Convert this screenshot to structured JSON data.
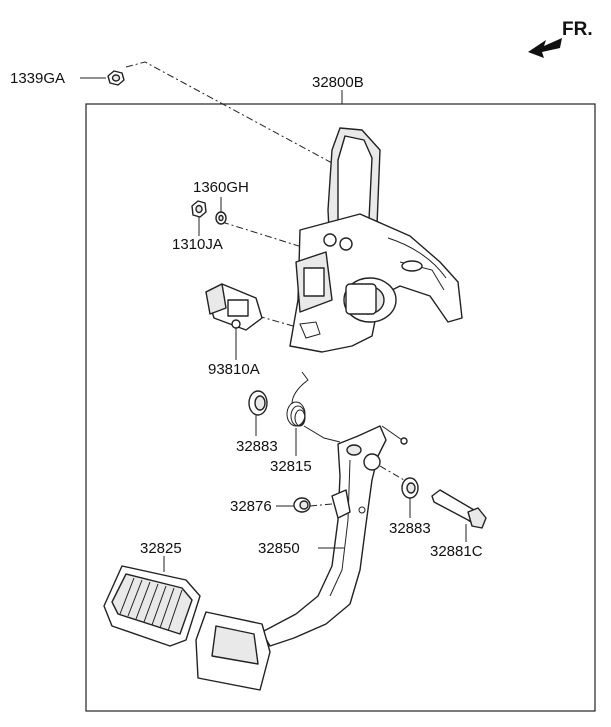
{
  "direction": {
    "label": "FR."
  },
  "parts": {
    "p1339GA": "1339GA",
    "p32800B": "32800B",
    "p1360GH": "1360GH",
    "p1310JA": "1310JA",
    "p93810A": "93810A",
    "p32883a": "32883",
    "p32815": "32815",
    "p32876": "32876",
    "p32883b": "32883",
    "p32881C": "32881C",
    "p32825": "32825",
    "p32850": "32850"
  }
}
